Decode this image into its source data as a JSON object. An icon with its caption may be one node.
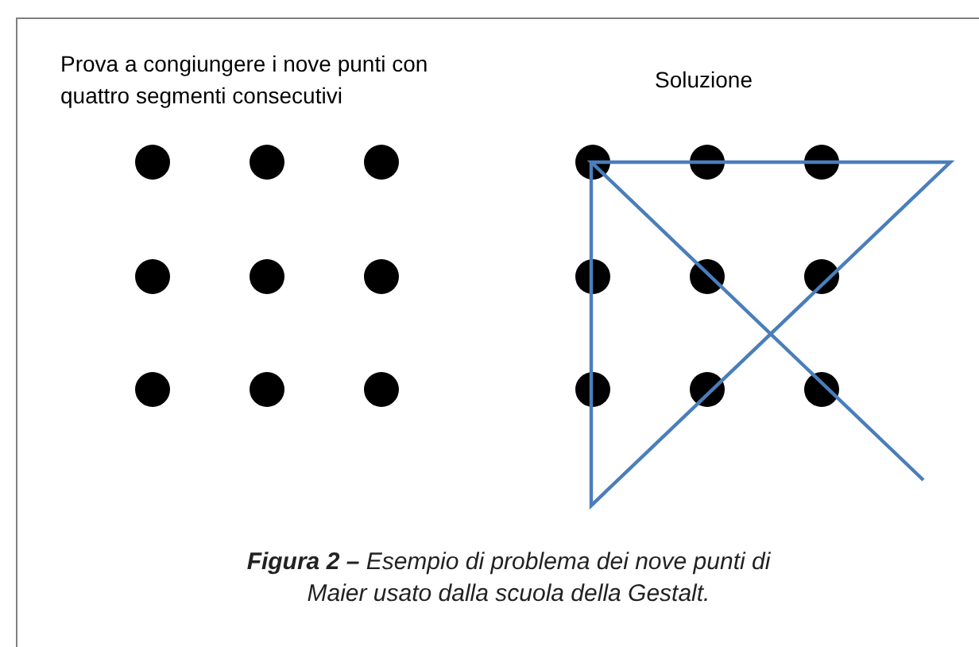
{
  "diagram": {
    "caption": "**Figura 2 –** Esempio di problema dei nove punti di Maier usato dalla scuola della Gestalt.",
    "labels": [
      "Prova a congiungere i nove punti con quattro segmenti consecutivi",
      "Soluzione"
    ]
  }
}
